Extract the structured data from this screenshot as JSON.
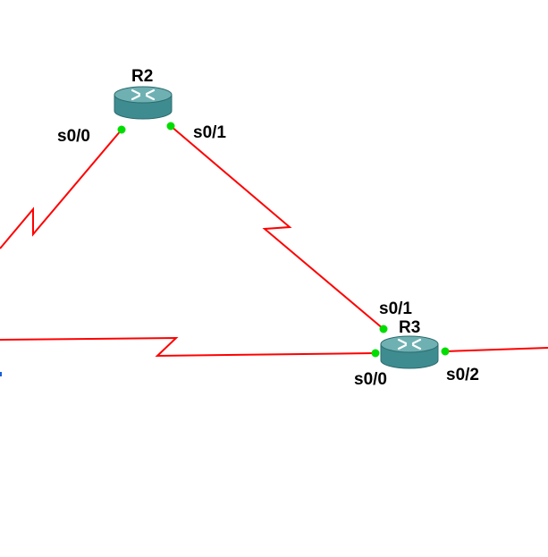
{
  "colors": {
    "link": "#ff0000",
    "port_up": "#00dd00",
    "router_body": "#3e8c8f",
    "router_top": "#6fb1b3",
    "router_arrows": "#ffffff",
    "edge_mark": "#1a5fd6"
  },
  "routers": [
    {
      "id": "r2",
      "name": "R2",
      "icon": "router-icon"
    },
    {
      "id": "r3",
      "name": "R3",
      "icon": "router-icon"
    }
  ],
  "interfaces": {
    "r2_s00": "s0/0",
    "r2_s01": "s0/1",
    "r3_s01": "s0/1",
    "r3_s00": "s0/0",
    "r3_s02": "s0/2"
  },
  "links": [
    {
      "from": "R2 s0/0",
      "to": "off-screen left",
      "type": "serial"
    },
    {
      "from": "R2 s0/1",
      "to": "R3 s0/1",
      "type": "serial"
    },
    {
      "from": "R3 s0/0",
      "to": "off-screen left",
      "type": "serial"
    },
    {
      "from": "R3 s0/2",
      "to": "off-screen right",
      "type": "serial"
    }
  ]
}
